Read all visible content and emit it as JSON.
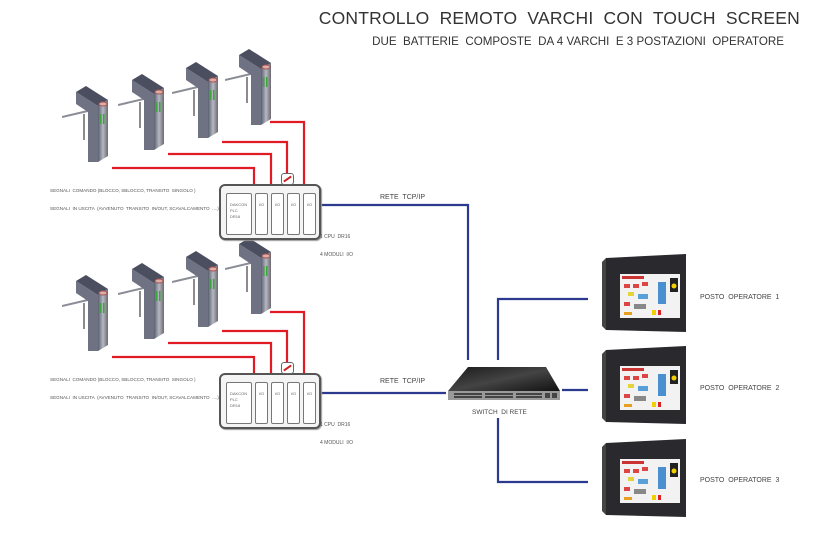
{
  "header": {
    "title": "CONTROLLO  REMOTO  VARCHI  CON  TOUCH  SCREEN",
    "subtitle": "DUE  BATTERIE  COMPOSTE  DA 4 VARCHI  E 3 POSTAZIONI  OPERATORE"
  },
  "groups": [
    {
      "signals_line1": "SEGNALI  COMANDO (BLOCCO, SBLOCCO, TRANSITO  SINGOLO )",
      "signals_line2": "SEGNALI  IN USCITA  (AVVENUTO  TRANSITO  IN/OUT, SCAVALCAMENTO  ....)",
      "plc": {
        "cpu_line1": "DAKCON",
        "cpu_line2": "PLC",
        "cpu_line3": "DR16",
        "modules": [
          "I/O",
          "I/O",
          "I/O",
          "I/O"
        ],
        "caption_line1": "1 CPU  DR16",
        "caption_line2": "4 MODULI  I/O"
      },
      "network_label": "RETE  TCP/IP"
    },
    {
      "signals_line1": "SEGNALI  COMANDO (BLOCCO, SBLOCCO, TRANSITO  SINGOLO )",
      "signals_line2": "SEGNALI  IN USCITA  (AVVENUTO  TRANSITO  IN/OUT, SCAVALCAMENTO  ....)",
      "plc": {
        "cpu_line1": "DAKCON",
        "cpu_line2": "PLC",
        "cpu_line3": "DR16",
        "modules": [
          "I/O",
          "I/O",
          "I/O",
          "I/O"
        ],
        "caption_line1": "1 CPU  DR16",
        "caption_line2": "4 MODULI  I/O"
      },
      "network_label": "RETE  TCP/IP"
    }
  ],
  "switch": {
    "label": "SWITCH  DI RETE"
  },
  "operators": [
    {
      "label": "POSTO  OPERATORE  1"
    },
    {
      "label": "POSTO  OPERATORE  2"
    },
    {
      "label": "POSTO  OPERATORE  3"
    }
  ],
  "colors": {
    "signal_wire": "#e01b24",
    "network_wire": "#2b3a8f"
  }
}
